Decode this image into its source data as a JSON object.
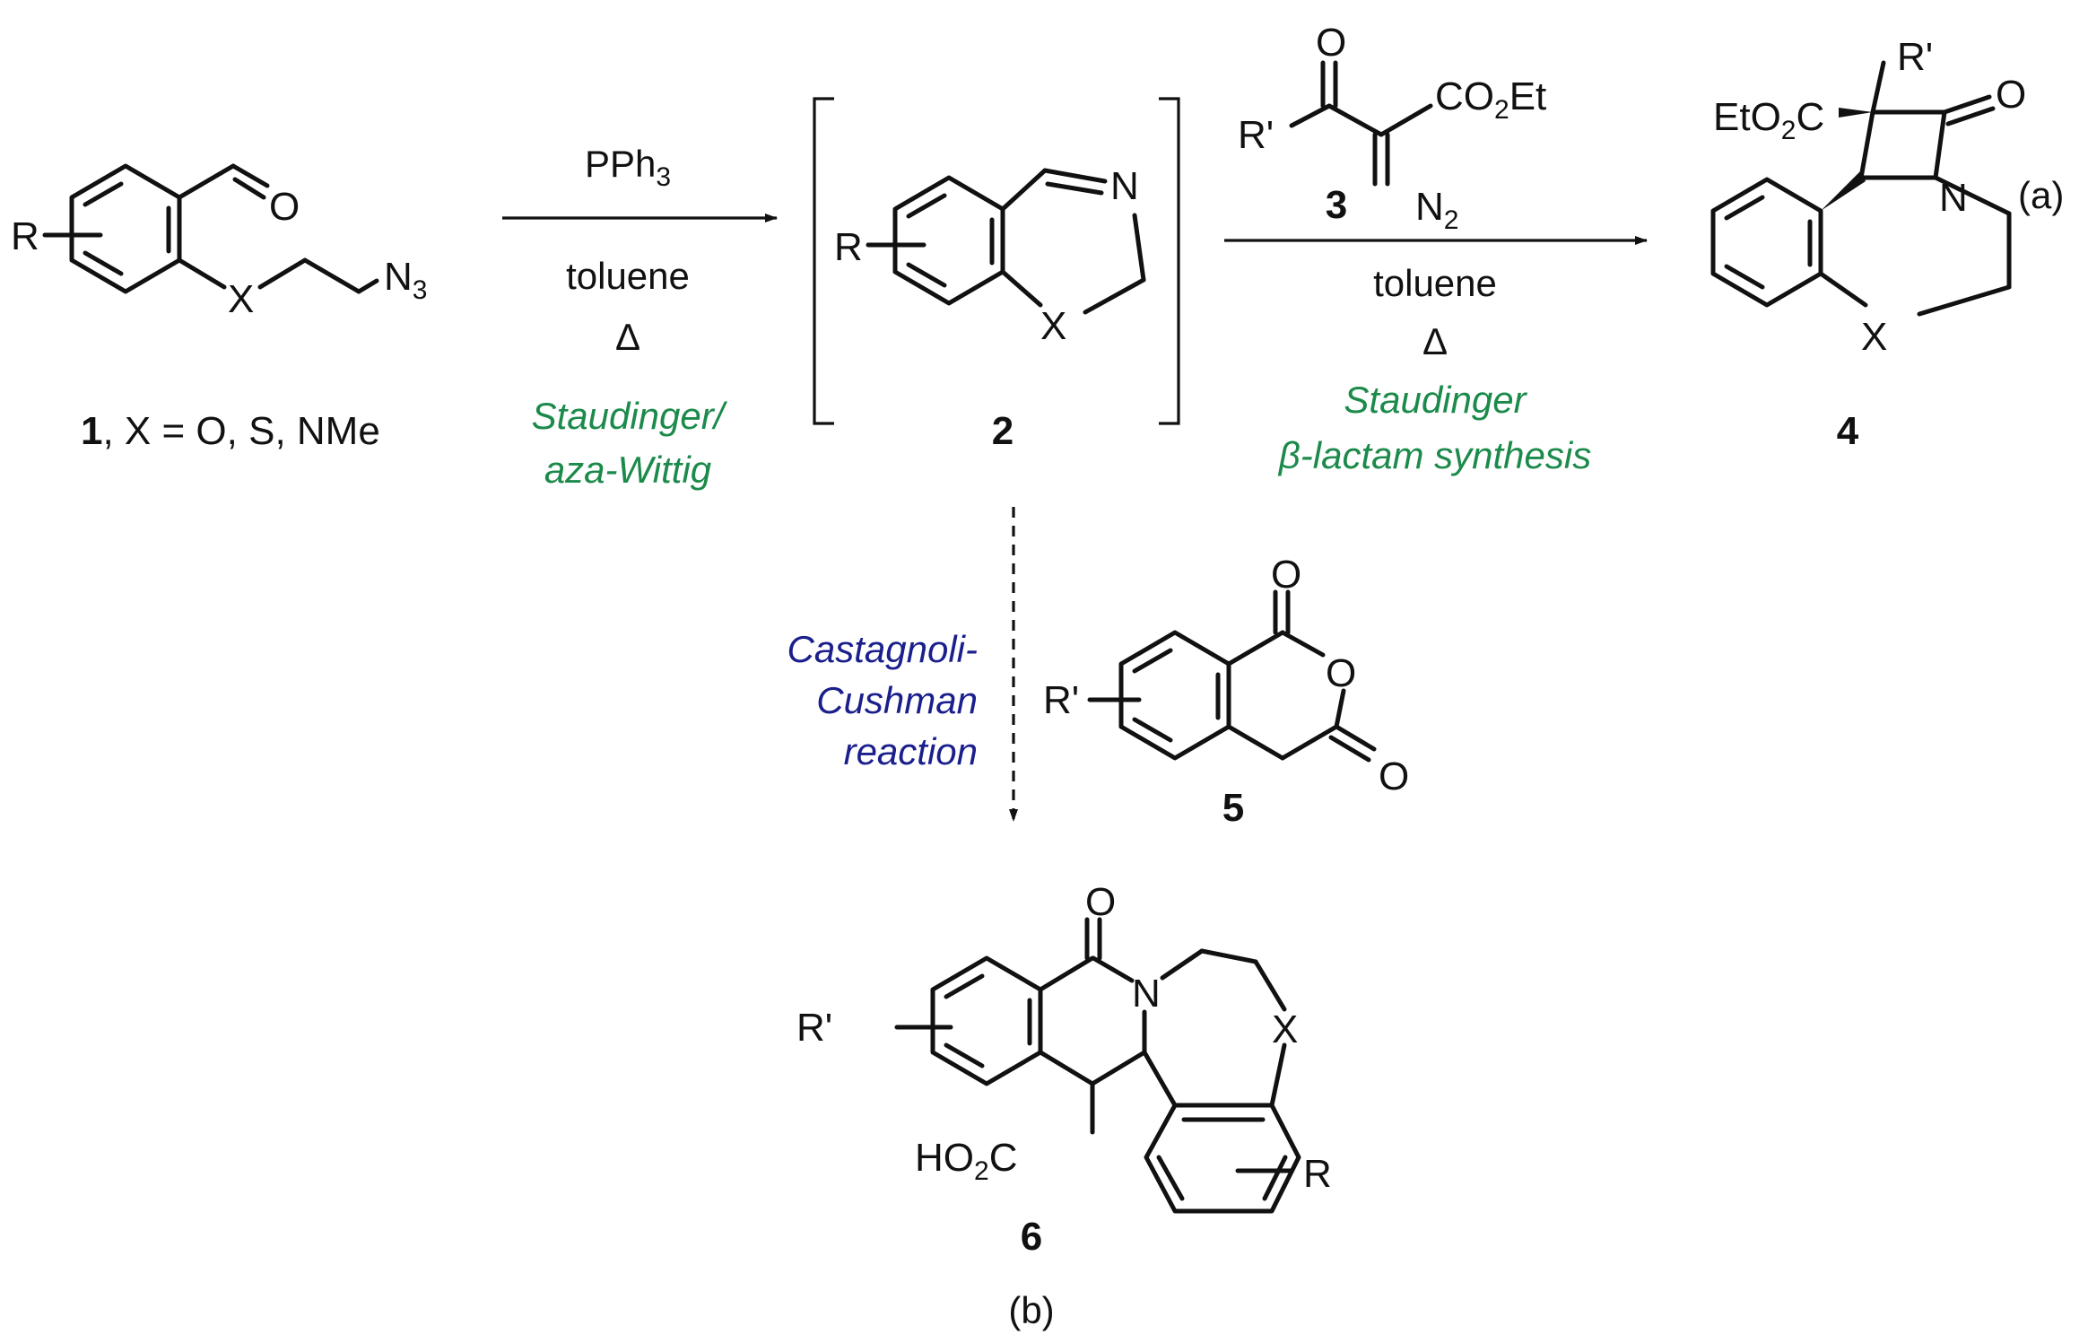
{
  "compounds": {
    "c1": {
      "number": "1",
      "caption": ", X = O, S, NMe",
      "r": "R",
      "x": "X",
      "azide": "N",
      "azide_sub": "3",
      "oxygen": "O"
    },
    "c2": {
      "number": "2",
      "r": "R",
      "x": "X",
      "n": "N"
    },
    "c3": {
      "number": "3",
      "rprime": "R'",
      "oxygen": "O",
      "ester": "CO",
      "ester_sub": "2",
      "ester_end": "Et",
      "diazo": "N",
      "diazo_sub": "2"
    },
    "c4": {
      "number": "4",
      "rprime": "R'",
      "ester": "EtO",
      "ester_sub": "2",
      "ester_end": "C",
      "oxygen": "O",
      "n": "N",
      "x": "X",
      "panel": "(a)"
    },
    "c5": {
      "number": "5",
      "rprime": "R'",
      "o1": "O",
      "o2": "O",
      "o3": "O"
    },
    "c6": {
      "number": "6",
      "rprime": "R'",
      "oxygen": "O",
      "n": "N",
      "x": "X",
      "r": "R",
      "acid": "HO",
      "acid_sub": "2",
      "acid_end": "C",
      "panel": "(b)"
    }
  },
  "step1": {
    "reagent": "PPh",
    "reagent_sub": "3",
    "solvent": "toluene",
    "heat": "Δ",
    "name_line1": "Staudinger/",
    "name_line2": "aza-Wittig"
  },
  "step2": {
    "solvent": "toluene",
    "heat": "Δ",
    "name_line1": "Staudinger",
    "name_line2": "β-lactam synthesis"
  },
  "step3": {
    "name_line1": "Castagnoli-",
    "name_line2": "Cushman",
    "name_line3": "reaction"
  }
}
